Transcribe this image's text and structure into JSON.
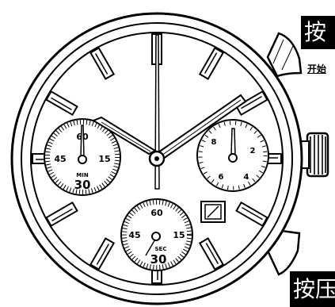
{
  "labels": {
    "top_button": "按",
    "top_button_caption": "开始",
    "bottom_button": "按压"
  },
  "subdials": {
    "left": {
      "top": "60",
      "left": "45",
      "right": "15",
      "unit": "MIN",
      "bottom": "30"
    },
    "right": {
      "tl": "8",
      "tr": "2",
      "bl": "6",
      "br": "4"
    },
    "bottom": {
      "top": "60",
      "left": "45",
      "right": "15",
      "unit": "SEC",
      "bottom": "30"
    }
  },
  "colors": {
    "ink": "#000000",
    "paper": "#ffffff"
  },
  "icons": [
    "crown",
    "pusher",
    "hour-marker",
    "watch-hand",
    "date-window"
  ]
}
